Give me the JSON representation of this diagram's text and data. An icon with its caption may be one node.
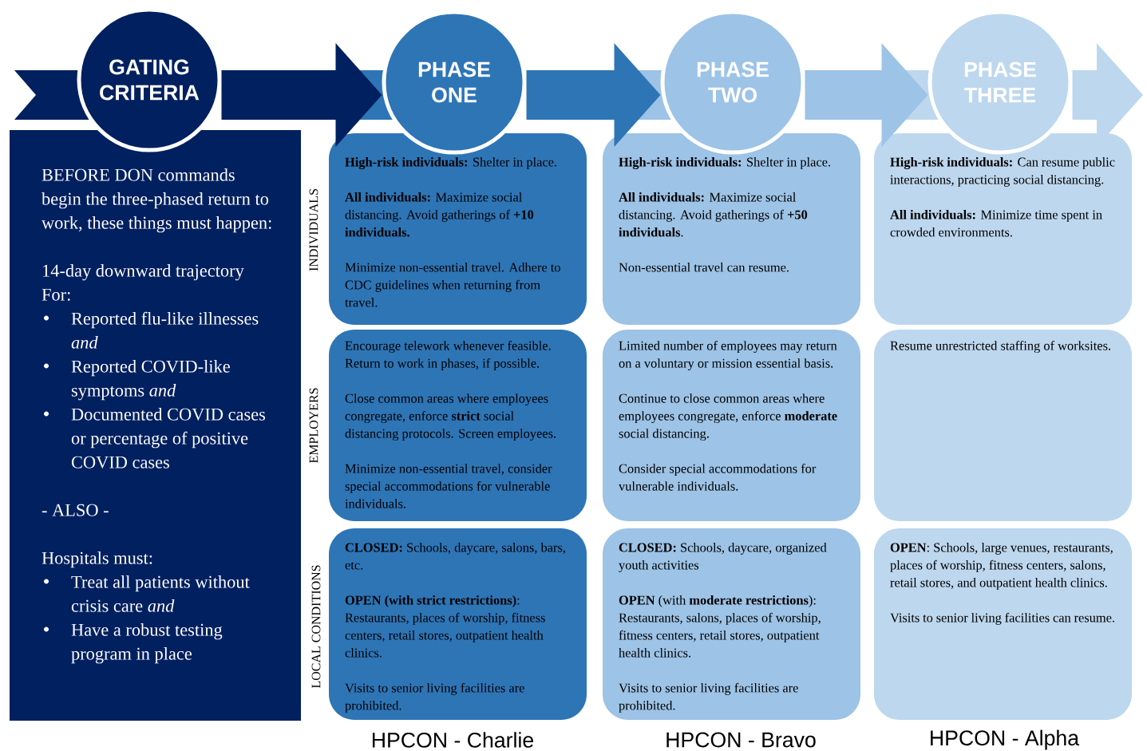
{
  "diagram": {
    "nodes": [
      {
        "text": [
          "GATING CRITERIA"
        ]
      },
      {
        "text": [
          "PHASE ONE"
        ]
      },
      {
        "text": [
          "PHASE TWO"
        ]
      },
      {
        "text": [
          "PHASE THREE"
        ]
      },
      {
        "text": [
          "BEFORE DON commands begin the three-phased return to work, these things must happen:",
          "14-day downward trajectory For:",
          "Reported flu-like illnesses *and*",
          "Reported COVID-like symptoms *and*",
          "Documented COVID cases or percentage of positive COVID cases",
          "- ALSO -",
          "Hospitals must:",
          "Treat all patients without crisis care *and*",
          "Have a robust testing program in place"
        ]
      },
      {
        "text": [
          "**High-risk individuals:** Shelter in place.",
          "**All individuals:** Maximize social distancing. Avoid gatherings of **+10 individuals.**",
          "Minimize non-essential travel. Adhere to CDC guidelines when returning from travel."
        ]
      },
      {
        "text": [
          "**High-risk individuals:** Shelter in place.",
          "**All individuals:** Maximize social distancing. Avoid gatherings of **+50 individuals**.",
          "Non-essential travel can resume."
        ]
      },
      {
        "text": [
          "**High-risk individuals:** Can resume public interactions, practicing social distancing.",
          "**All individuals:** Minimize time spent in crowded environments."
        ]
      },
      {
        "text": [
          "Encourage telework whenever feasible. Return to work in phases, if possible.",
          "Close common areas where employees congregate, enforce **strict** social distancing protocols. Screen employees.",
          "Minimize non-essential travel, consider special accommodations for vulnerable individuals."
        ]
      },
      {
        "text": [
          "Limited number of employees may return on a voluntary or mission essential basis.",
          "Continue to close common areas where employees congregate, enforce **moderate** social distancing.",
          "Consider special accommodations for vulnerable individuals."
        ]
      },
      {
        "text": [
          "Resume unrestricted staffing of worksites."
        ]
      },
      {
        "text": [
          "**CLOSED:** Schools, daycare, salons, bars, etc.",
          "**OPEN (with strict restrictions)**: Restaurants, places of worship, fitness centers, retail stores, outpatient health clinics.",
          "Visits to senior living facilities are prohibited."
        ]
      },
      {
        "text": [
          "**CLOSED:** Schools, daycare, organized youth activities",
          "**OPEN** (with **moderate restrictions**): Restaurants, salons, places of worship, fitness centers, retail stores, outpatient health clinics.",
          "Visits to senior living facilities are prohibited."
        ]
      },
      {
        "text": [
          "**OPEN**: Schools, large venues, restaurants, places of worship, fitness centers, salons, retail stores, and outpatient health clinics.",
          "Visits to senior living facilities can resume."
        ]
      }
    ],
    "edges": [
      {
        "from": 0,
        "to": 1,
        "arrow": "to",
        "color": "#002060"
      },
      {
        "from": 1,
        "to": 2,
        "arrow": "to",
        "color": "#2e75b6"
      },
      {
        "from": 2,
        "to": 3,
        "arrow": "to",
        "color": "#9dc3e6"
      },
      {
        "from": 3,
        "to": null,
        "arrow": "to",
        "color": "#bdd7ee"
      }
    ],
    "labels": [
      "INDIVIDUALS",
      "EMPLOYERS",
      "LOCAL CONDITIONS",
      "HPCON - Charlie",
      "HPCON - Bravo",
      "HPCON - Alpha"
    ]
  }
}
